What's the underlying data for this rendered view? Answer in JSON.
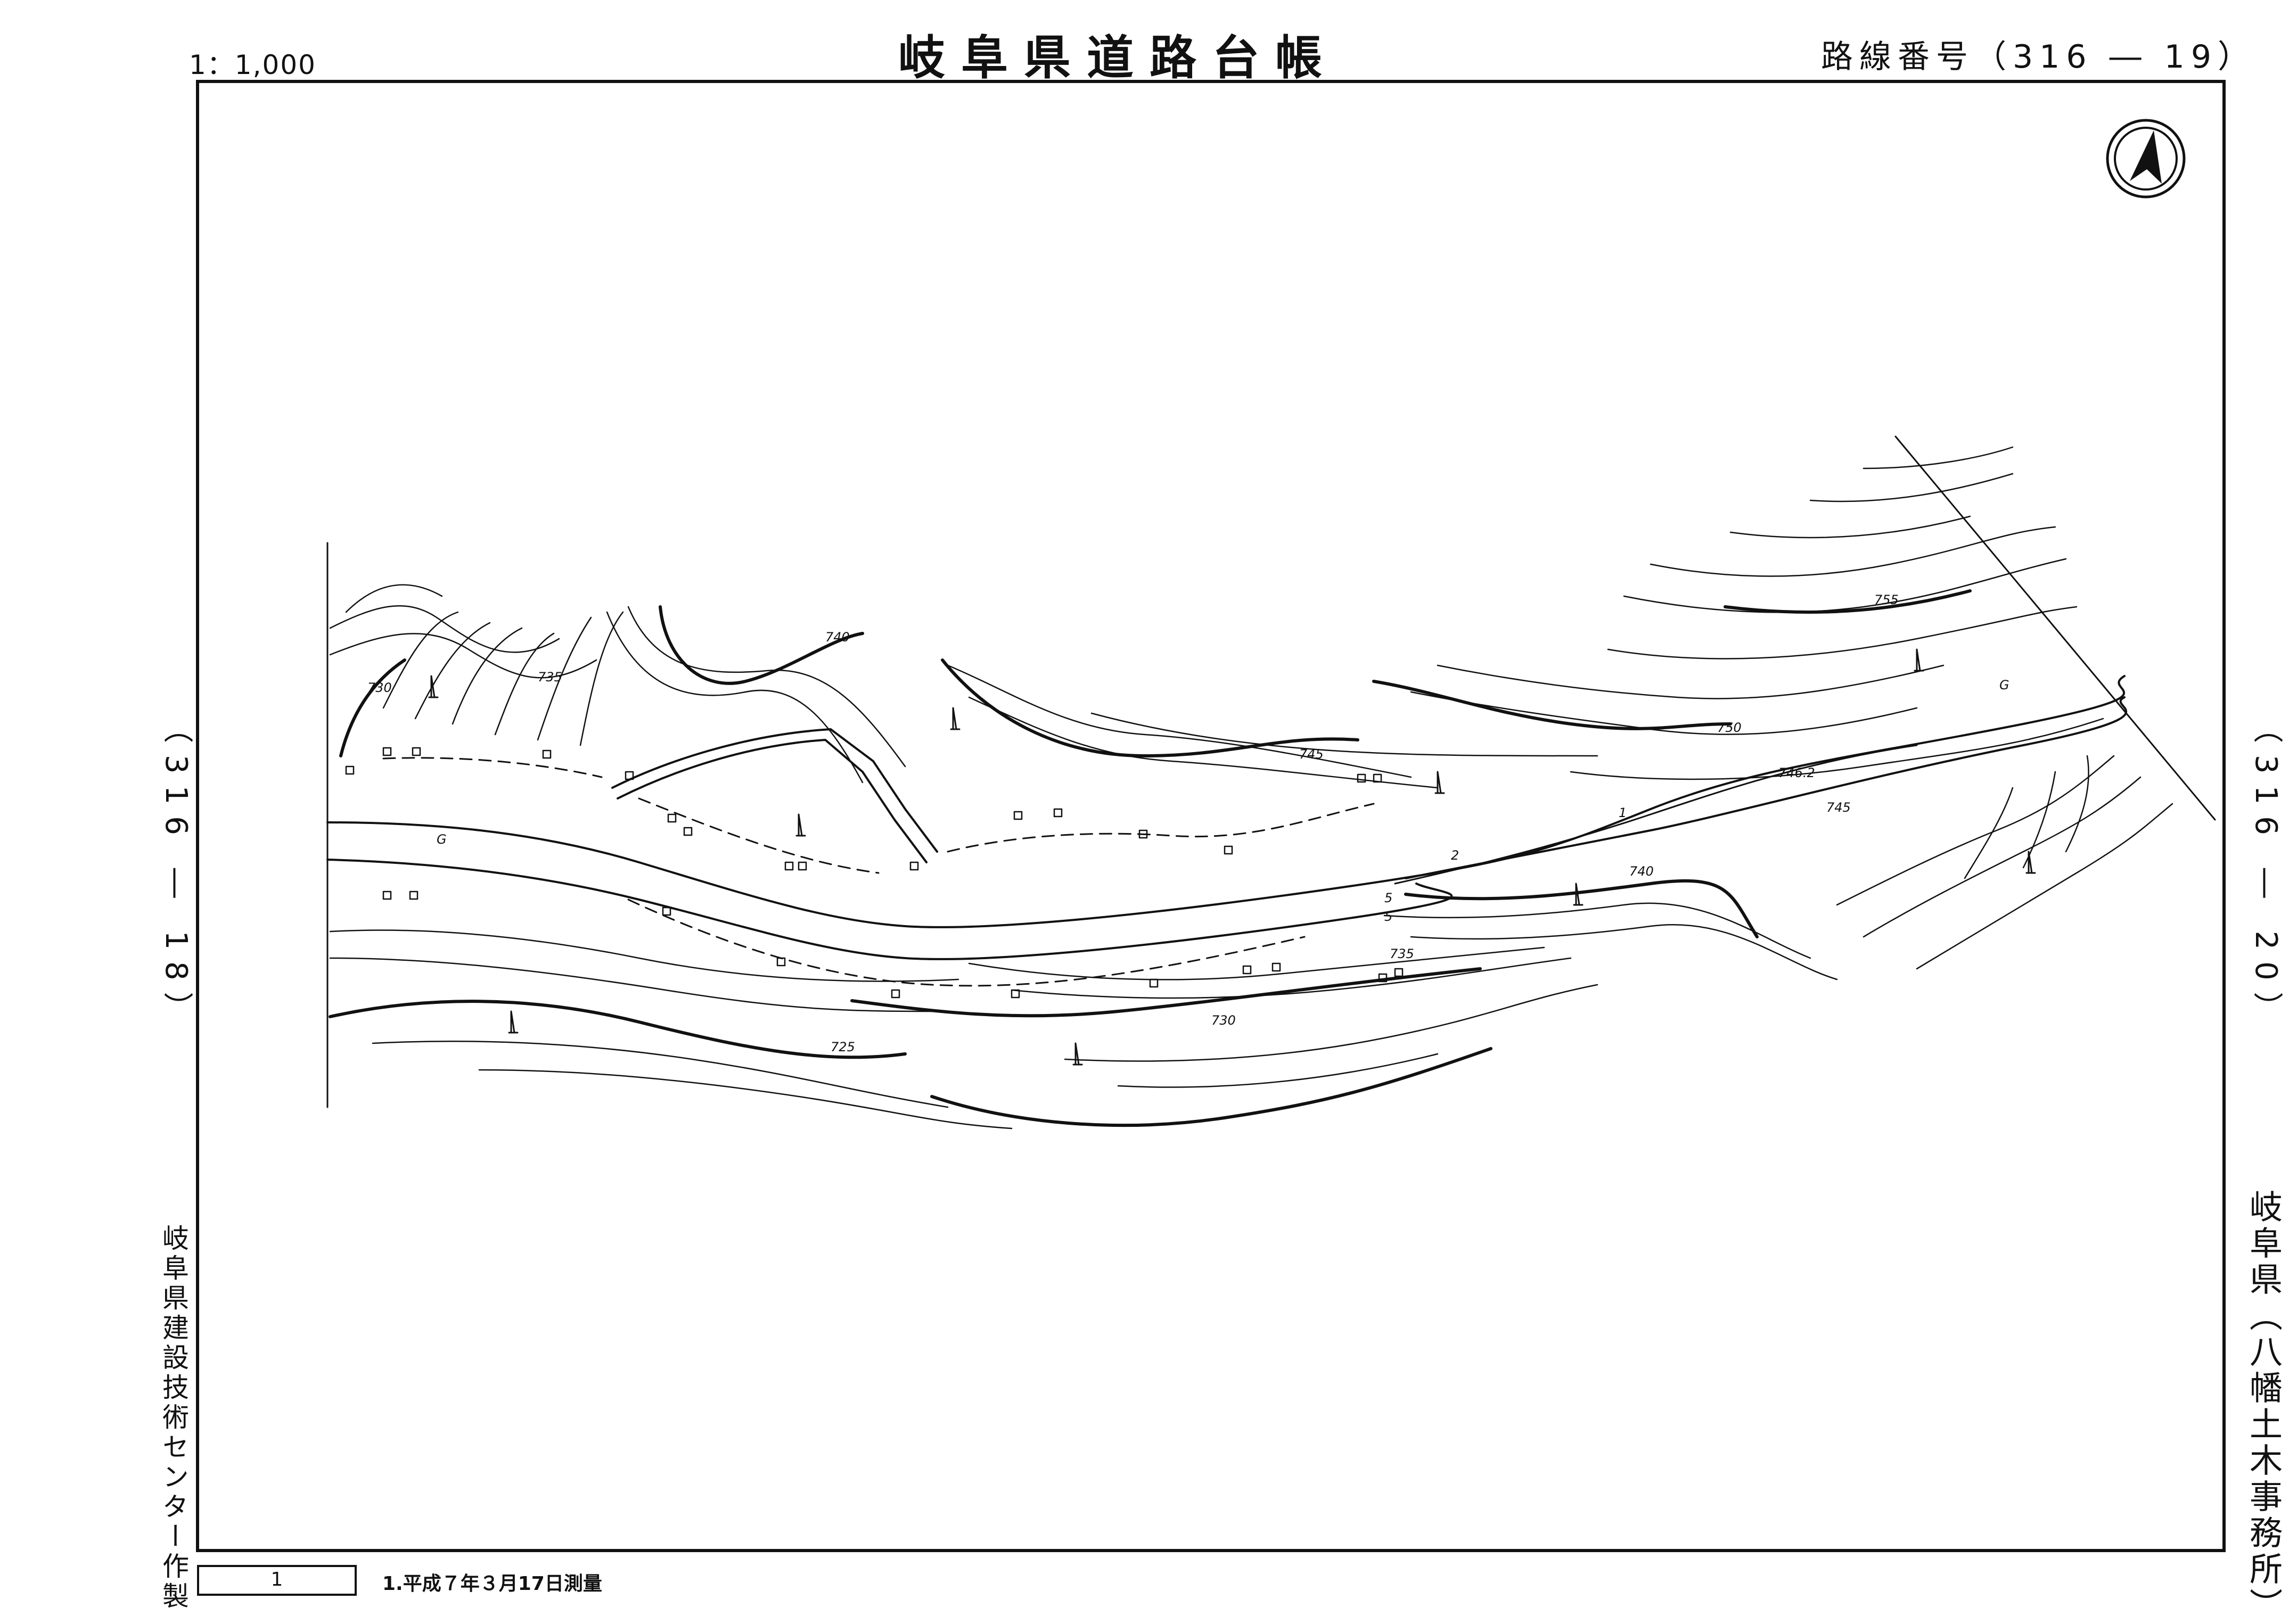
{
  "header": {
    "scale": "1：1,000",
    "title": "岐阜県道路台帳",
    "route_number": "路線番号（316 ― 19）"
  },
  "adjacent_sheets": {
    "left": "（316 ― 18）",
    "right": "（316 ― 20）"
  },
  "side_text": {
    "maker": "岐阜県建設技術センター作製",
    "office": "岐阜県（八幡土木事務所）"
  },
  "footer": {
    "sheet_box": "1",
    "survey_note": "1.平成７年３月17日測量"
  },
  "map": {
    "north_arrow_icon": "north-arrow-icon",
    "contour_labels": [
      "730",
      "735",
      "740",
      "745",
      "750",
      "755",
      "746.2",
      "740",
      "745",
      "735",
      "730",
      "725"
    ],
    "road_labels": [
      "G",
      "G"
    ],
    "point_labels": [
      "1",
      "2",
      "5",
      "5"
    ]
  }
}
